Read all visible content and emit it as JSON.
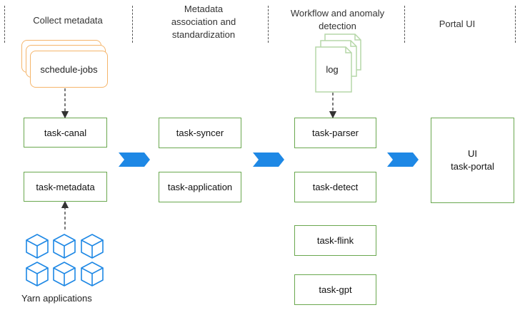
{
  "columns": [
    {
      "header": "Collect metadata"
    },
    {
      "header": "Metadata association and standardization"
    },
    {
      "header": "Workflow and anomaly detection"
    },
    {
      "header": "Portal UI"
    }
  ],
  "schedule_jobs": {
    "label": "schedule-jobs"
  },
  "log_doc": {
    "label": "log"
  },
  "yarn": {
    "label": "Yarn applications"
  },
  "tasks": {
    "canal": "task-canal",
    "metadata": "task-metadata",
    "syncer": "task-syncer",
    "application": "task-application",
    "parser": "task-parser",
    "detect": "task-detect",
    "flink": "task-flink",
    "gpt": "task-gpt"
  },
  "portal": {
    "line1": "UI",
    "line2": "task-portal"
  },
  "colors": {
    "task_border": "#6aa84f",
    "jobs_border": "#f5b56b",
    "log_border": "#b6d7a8",
    "cube_stroke": "#1e88e5",
    "arrow_fill": "#1e88e5",
    "divider": "#555555"
  },
  "icons": [
    "cube-icon",
    "chevron-arrow-icon",
    "document-stack-icon"
  ]
}
